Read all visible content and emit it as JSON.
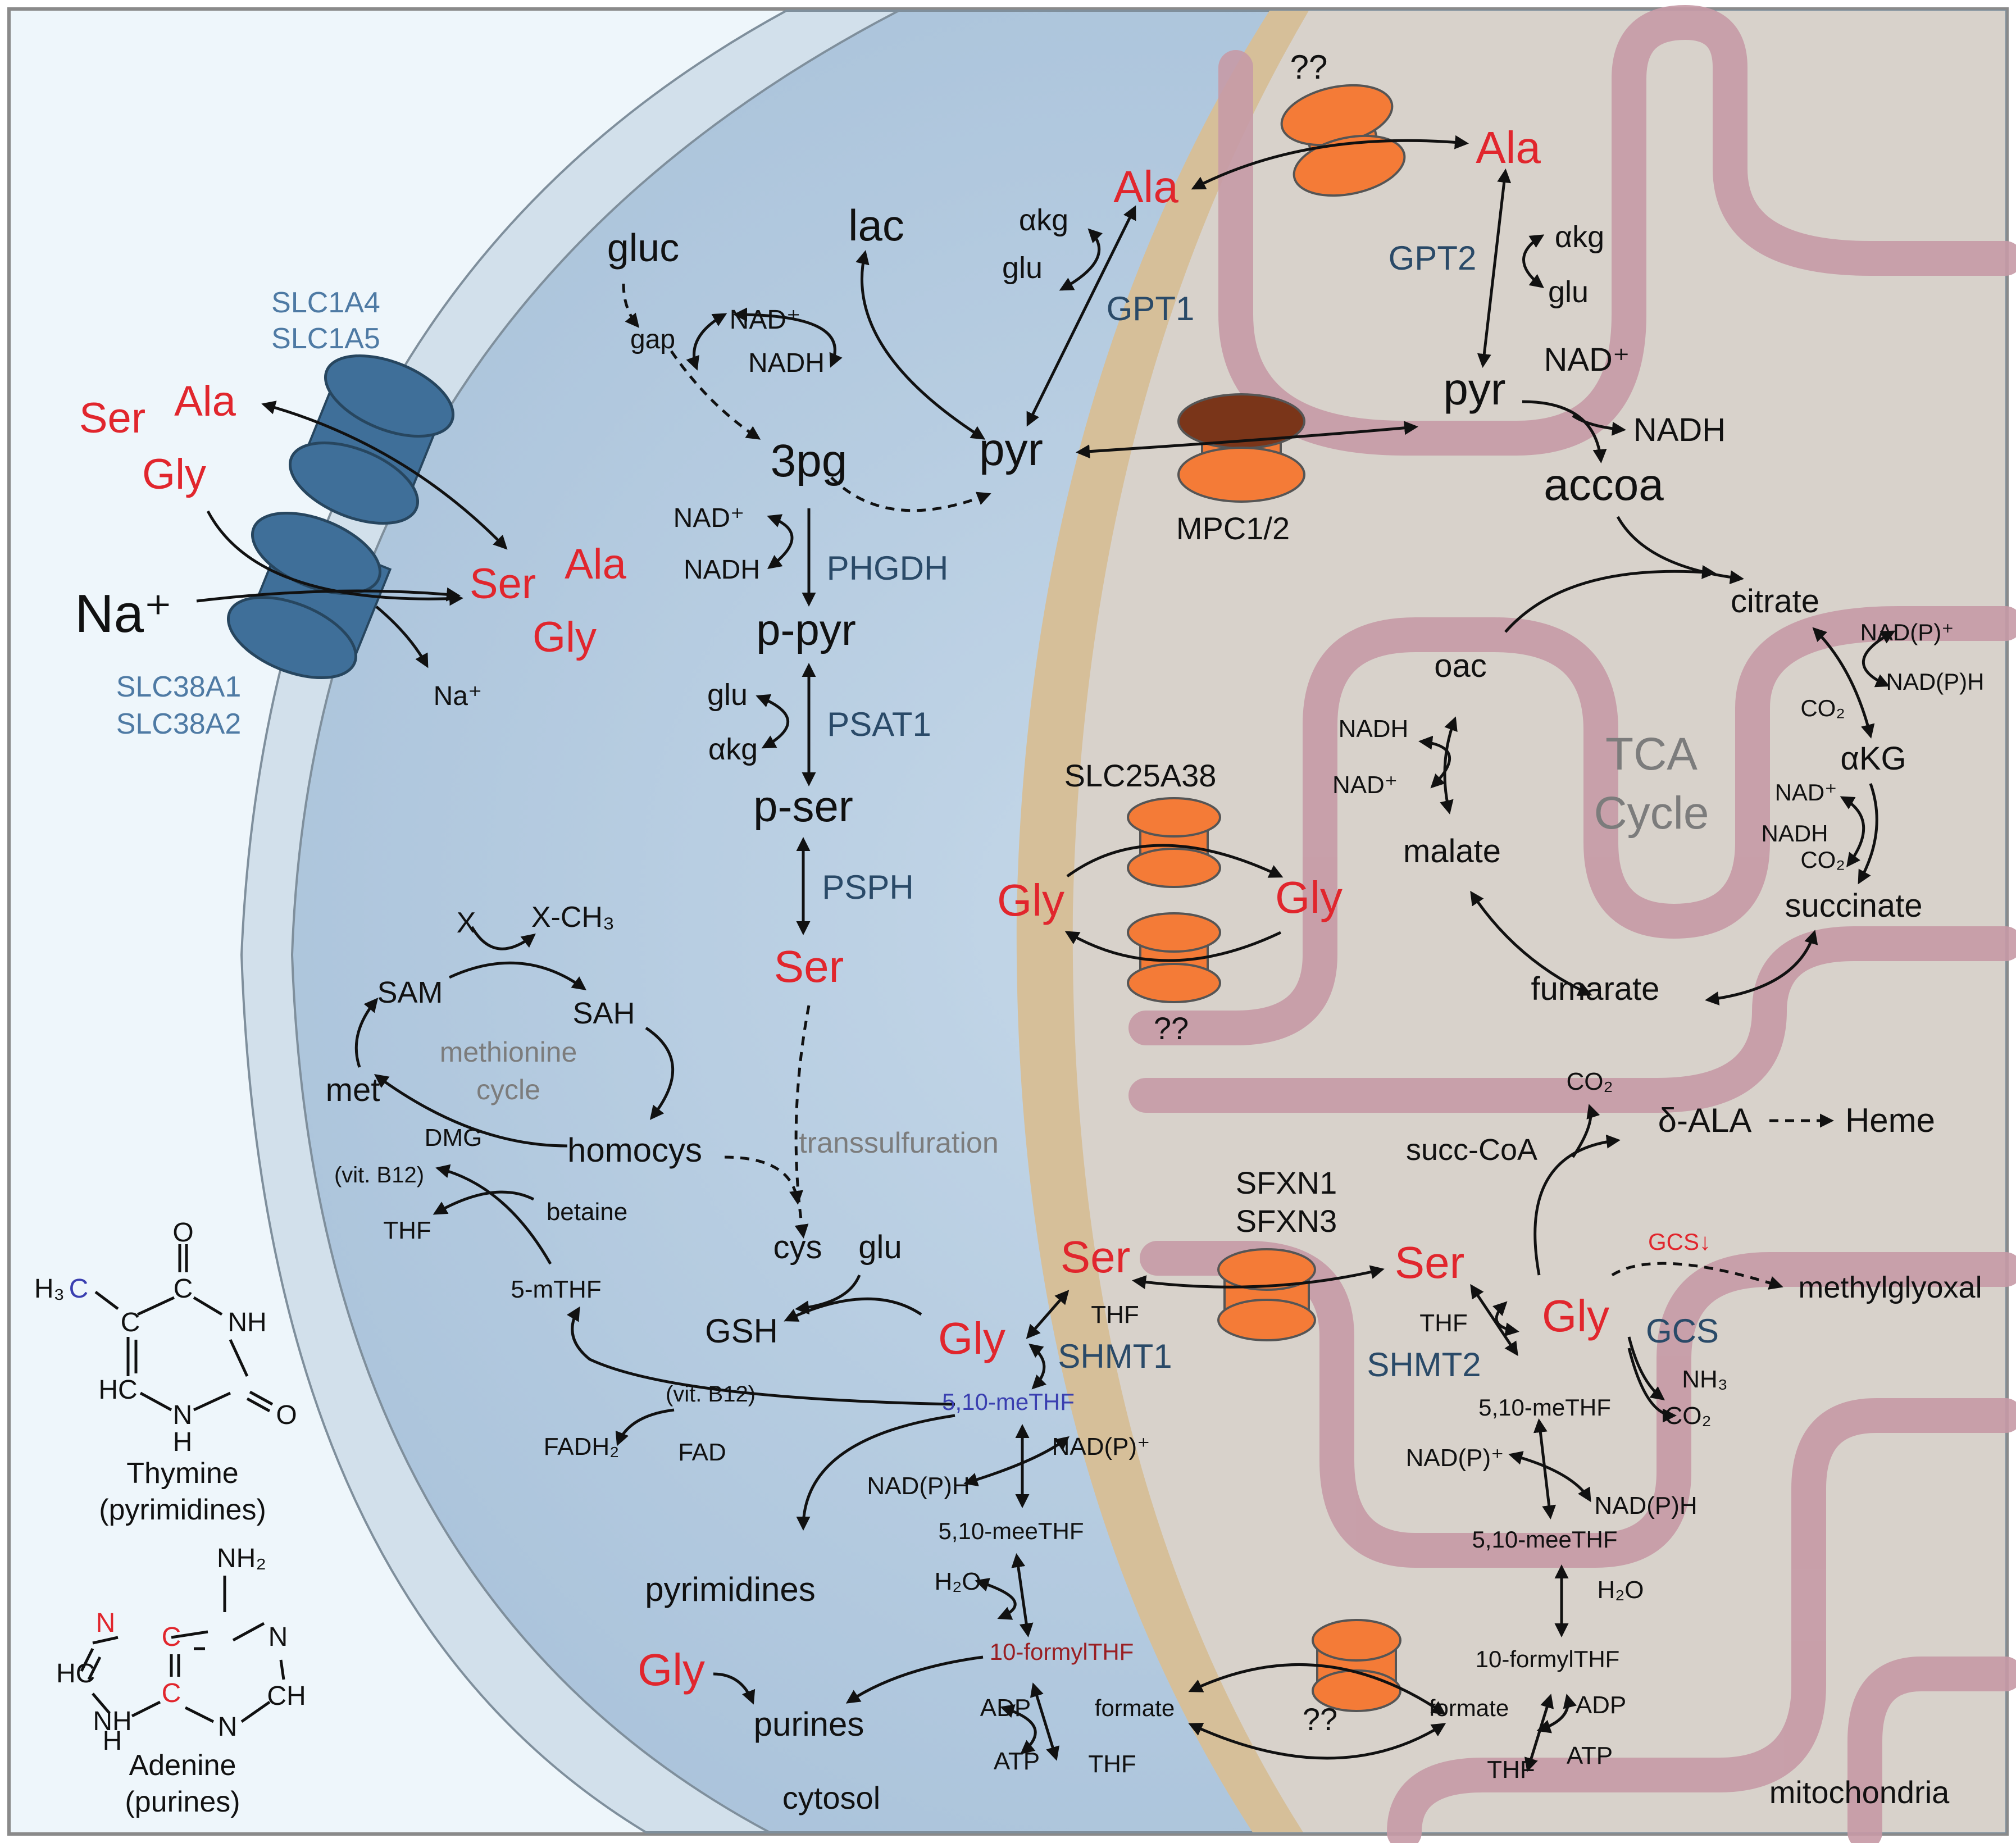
{
  "compartments": {
    "cytosol": "cytosol",
    "mitochondria": "mitochondria",
    "tca": [
      "TCA",
      "Cycle"
    ],
    "methionine": [
      "methionine",
      "cycle"
    ],
    "transsulfuration": "transsulfuration"
  },
  "transporters": {
    "slc1": [
      "SLC1A4",
      "SLC1A5"
    ],
    "slc38": [
      "SLC38A1",
      "SLC38A2"
    ],
    "unknown_ala": "??",
    "mpc": "MPC1/2",
    "slc25a38": "SLC25A38",
    "unknown_gly": "??",
    "sfxn": [
      "SFXN1",
      "SFXN3"
    ],
    "unknown_formate": "??"
  },
  "metabolites": {
    "ext_ser": "Ser",
    "ext_ala": "Ala",
    "ext_gly": "Gly",
    "na": "Na⁺",
    "int_ser": "Ser",
    "int_ala": "Ala",
    "int_gly": "Gly",
    "na_in": "Na⁺",
    "gluc": "gluc",
    "gap": "gap",
    "lac": "lac",
    "nad1": "NAD⁺",
    "nadh1": "NADH",
    "pg3": "3pg",
    "pyr": "pyr",
    "akg1": "αkg",
    "glu1": "glu",
    "ala_c": "Ala",
    "nad2": "NAD⁺",
    "nadh2": "NADH",
    "ppyr": "p-pyr",
    "glu2": "glu",
    "akg2": "αkg",
    "pser": "p-ser",
    "ser_c": "Ser",
    "x": "X",
    "xch3": "X-CH₃",
    "sam": "SAM",
    "sah": "SAH",
    "met": "met",
    "homocys": "homocys",
    "dmg": "DMG",
    "vitb12a": "(vit. B12)",
    "betaine": "betaine",
    "thf1": "THF",
    "mthf5": "5-mTHF",
    "cys": "cys",
    "glu3": "glu",
    "gsh": "GSH",
    "vitb12b": "(vit. B12)",
    "fadh2": "FADH₂",
    "fad": "FAD",
    "gly_c": "Gly",
    "thf_c": "THF",
    "methf_c": "5,10-meTHF",
    "nadp_c": "NAD(P)⁺",
    "nadph_c": "NAD(P)H",
    "meethf_c": "5,10-meeTHF",
    "h2o_c": "H₂O",
    "formyl_c": "10-formylTHF",
    "pyrimidines": "pyrimidines",
    "gly_p": "Gly",
    "purines": "purines",
    "adp_c": "ADP",
    "formate_c": "formate",
    "atp_c": "ATP",
    "thf_c2": "THF",
    "ala_m": "Ala",
    "akg_m": "αkg",
    "glu_m": "glu",
    "pyr_m": "pyr",
    "nad_m": "NAD⁺",
    "nadh_m": "NADH",
    "accoa": "accoa",
    "citrate": "citrate",
    "oac": "oac",
    "nadp_m": "NAD(P)⁺",
    "nadph_m": "NAD(P)H",
    "co2_1": "CO₂",
    "akg_big": "αKG",
    "nadh_mal": "NADH",
    "nad_mal": "NAD⁺",
    "malate": "malate",
    "nad_s": "NAD⁺",
    "nadh_s": "NADH",
    "co2_2": "CO₂",
    "succinate": "succinate",
    "fumarate": "fumarate",
    "gly_l": "Gly",
    "gly_r": "Gly",
    "co2_3": "CO₂",
    "dala": "δ-ALA",
    "heme": "Heme",
    "succcoa": "succ-CoA",
    "ser_l": "Ser",
    "ser_r": "Ser",
    "gly_m": "Gly",
    "gcs_down": "GCS↓",
    "methylglyoxal": "methylglyoxal",
    "thf_m": "THF",
    "methf_m": "5,10-meTHF",
    "nh3": "NH₃",
    "co2_4": "CO₂",
    "nadp_m2": "NAD(P)⁺",
    "nadph_m2": "NAD(P)H",
    "meethf_m": "5,10-meeTHF",
    "h2o_m": "H₂O",
    "formyl_m": "10-formylTHF",
    "formate_m": "formate",
    "adp_m": "ADP",
    "thf_m2": "THF",
    "atp_m": "ATP"
  },
  "enzymes": {
    "gpt1": "GPT1",
    "gpt2": "GPT2",
    "phgdh": "PHGDH",
    "psat1": "PSAT1",
    "psph": "PSPH",
    "shmt1": "SHMT1",
    "shmt2": "SHMT2",
    "gcs": "GCS"
  },
  "structures": {
    "thymine": {
      "name": "Thymine",
      "class": "(pyrimidines)",
      "atoms": {
        "o_top": "O",
        "o_right": "O",
        "c_ch3": "C",
        "h3": "H₃",
        "c4": "C",
        "c5": "C",
        "nh_up": "NH",
        "hc": "HC",
        "n_bottom": "N",
        "h_bottom": "H",
        "c2": "C"
      }
    },
    "adenine": {
      "name": "Adenine",
      "class": "(purines)",
      "atoms": {
        "nh2": "NH₂",
        "n7": "N",
        "c5": "C",
        "n1": "N",
        "hc8": "HC",
        "c4": "C",
        "c2h": "CH",
        "nh9": "NH",
        "n3": "N",
        "c6": "C",
        "h_bottom": "H"
      }
    }
  },
  "colors": {
    "amino_acid": "#e1262d",
    "enzyme": "#2a4a68",
    "transporter_label": "#4e7aa4",
    "cytosol": "#b9cfe3",
    "mito_matrix": "#d8d2cb",
    "cristae": "#c79aa6",
    "extracellular": "#eef6fb",
    "membrane": "#d2e0eb",
    "mito_membrane": "#d6bf99",
    "transporter_blue": "#3f6f99",
    "transporter_orange": "#f47b37",
    "mpc_cap": "#7a3519"
  }
}
